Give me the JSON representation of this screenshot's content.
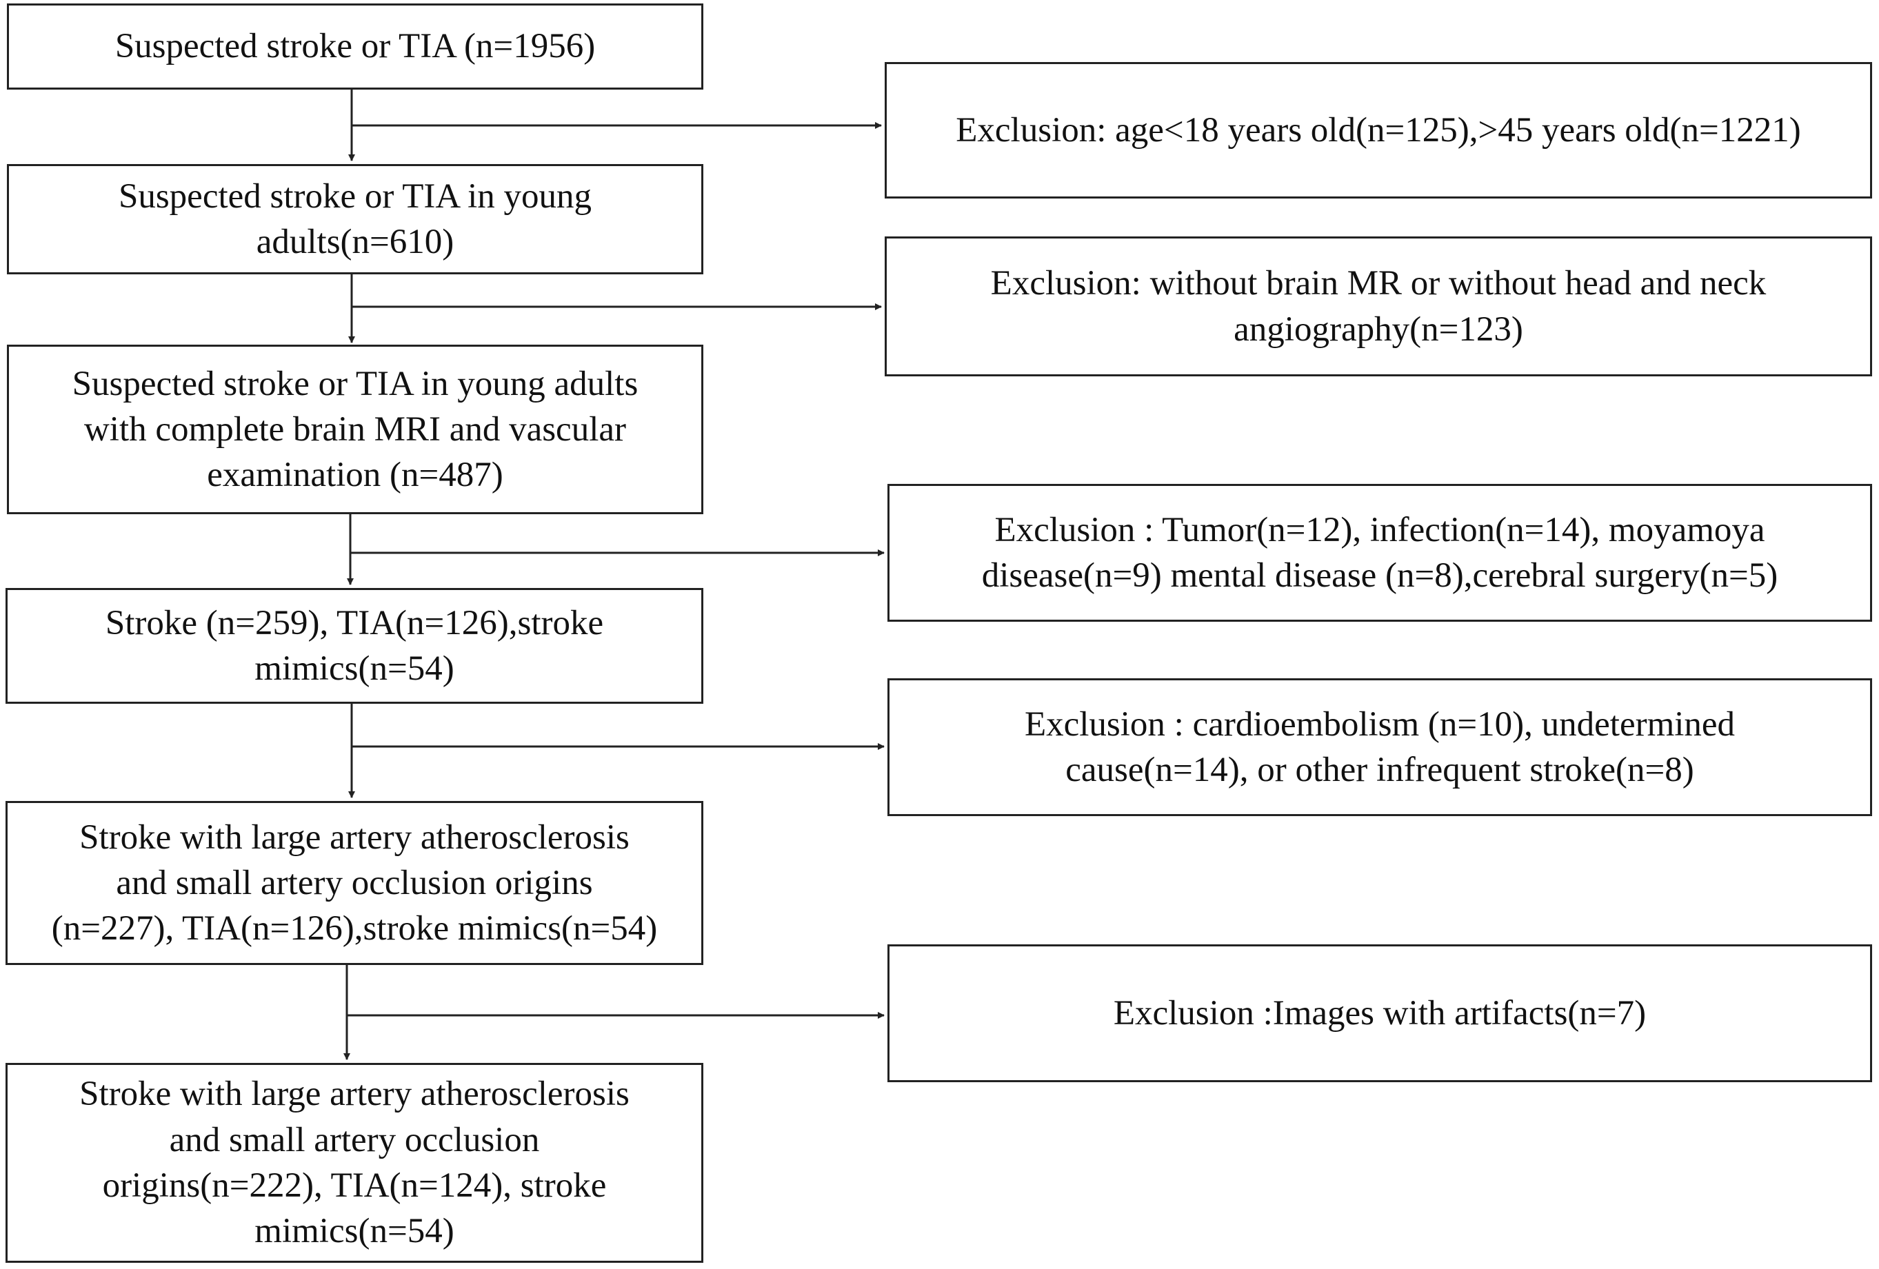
{
  "main_steps": [
    {
      "text": "Suspected stroke or TIA  (n=1956)"
    },
    {
      "text": "Suspected stroke or TIA in young\nadults(n=610)"
    },
    {
      "text": "Suspected stroke or TIA in young adults\nwith complete brain MRI and vascular\nexamination (n=487)"
    },
    {
      "text": "Stroke (n=259), TIA(n=126),stroke\nmimics(n=54)"
    },
    {
      "text": "Stroke with large artery atherosclerosis\nand small artery occlusion origins\n(n=227), TIA(n=126),stroke mimics(n=54)"
    },
    {
      "text": "Stroke with large artery atherosclerosis\nand small artery occlusion\norigins(n=222), TIA(n=124), stroke\nmimics(n=54)"
    }
  ],
  "exclusions": [
    {
      "text": "Exclusion: age<18 years old(n=125),>45 years old(n=1221)"
    },
    {
      "text": "Exclusion: without brain MR or without head and neck\nangiography(n=123)"
    },
    {
      "text": "Exclusion : Tumor(n=12), infection(n=14),  moyamoya\ndisease(n=9) mental disease (n=8),cerebral surgery(n=5)"
    },
    {
      "text": "Exclusion : cardioembolism (n=10), undetermined\ncause(n=14), or other infrequent stroke(n=8)"
    },
    {
      "text": "Exclusion :Images with artifacts(n=7)"
    }
  ]
}
